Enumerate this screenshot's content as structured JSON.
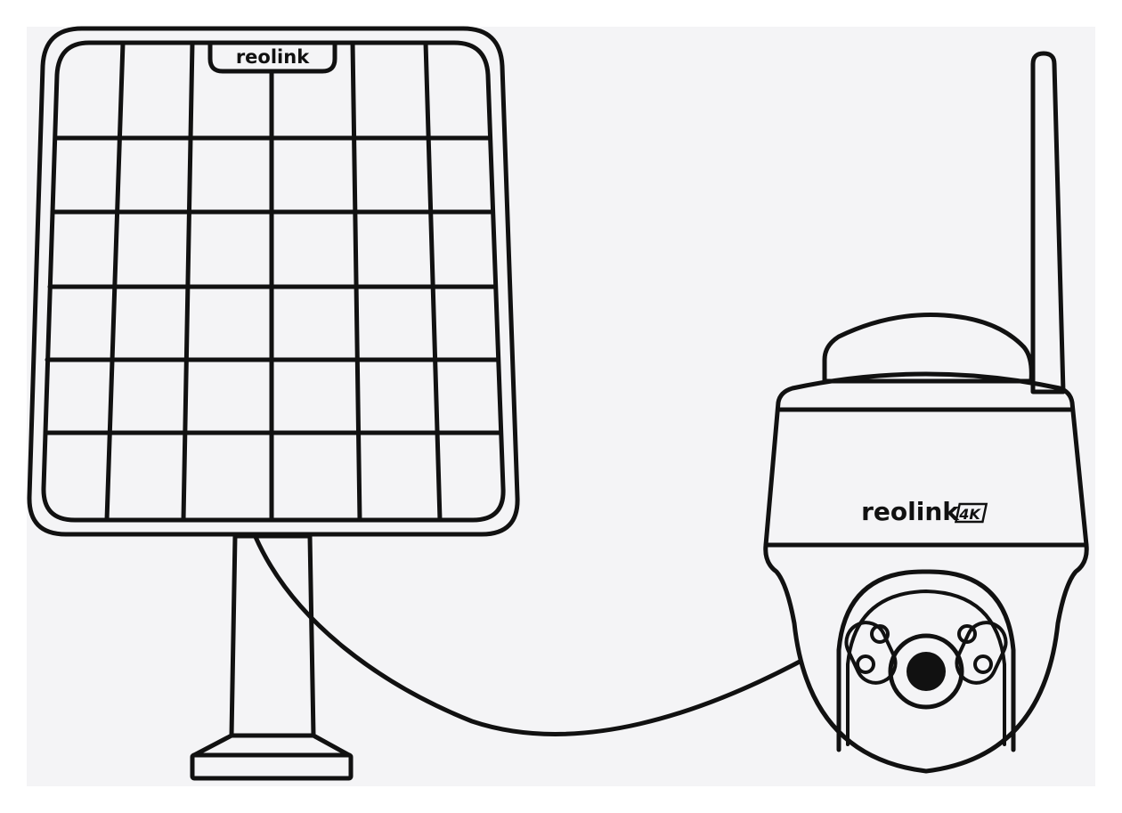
{
  "colors": {
    "background": "#f4f4f6",
    "page": "#ffffff",
    "stroke": "#111111",
    "fill": "#ffffff"
  },
  "solar_panel": {
    "brand": "reolink"
  },
  "camera": {
    "brand": "reolink",
    "resolution_badge": "4K"
  }
}
